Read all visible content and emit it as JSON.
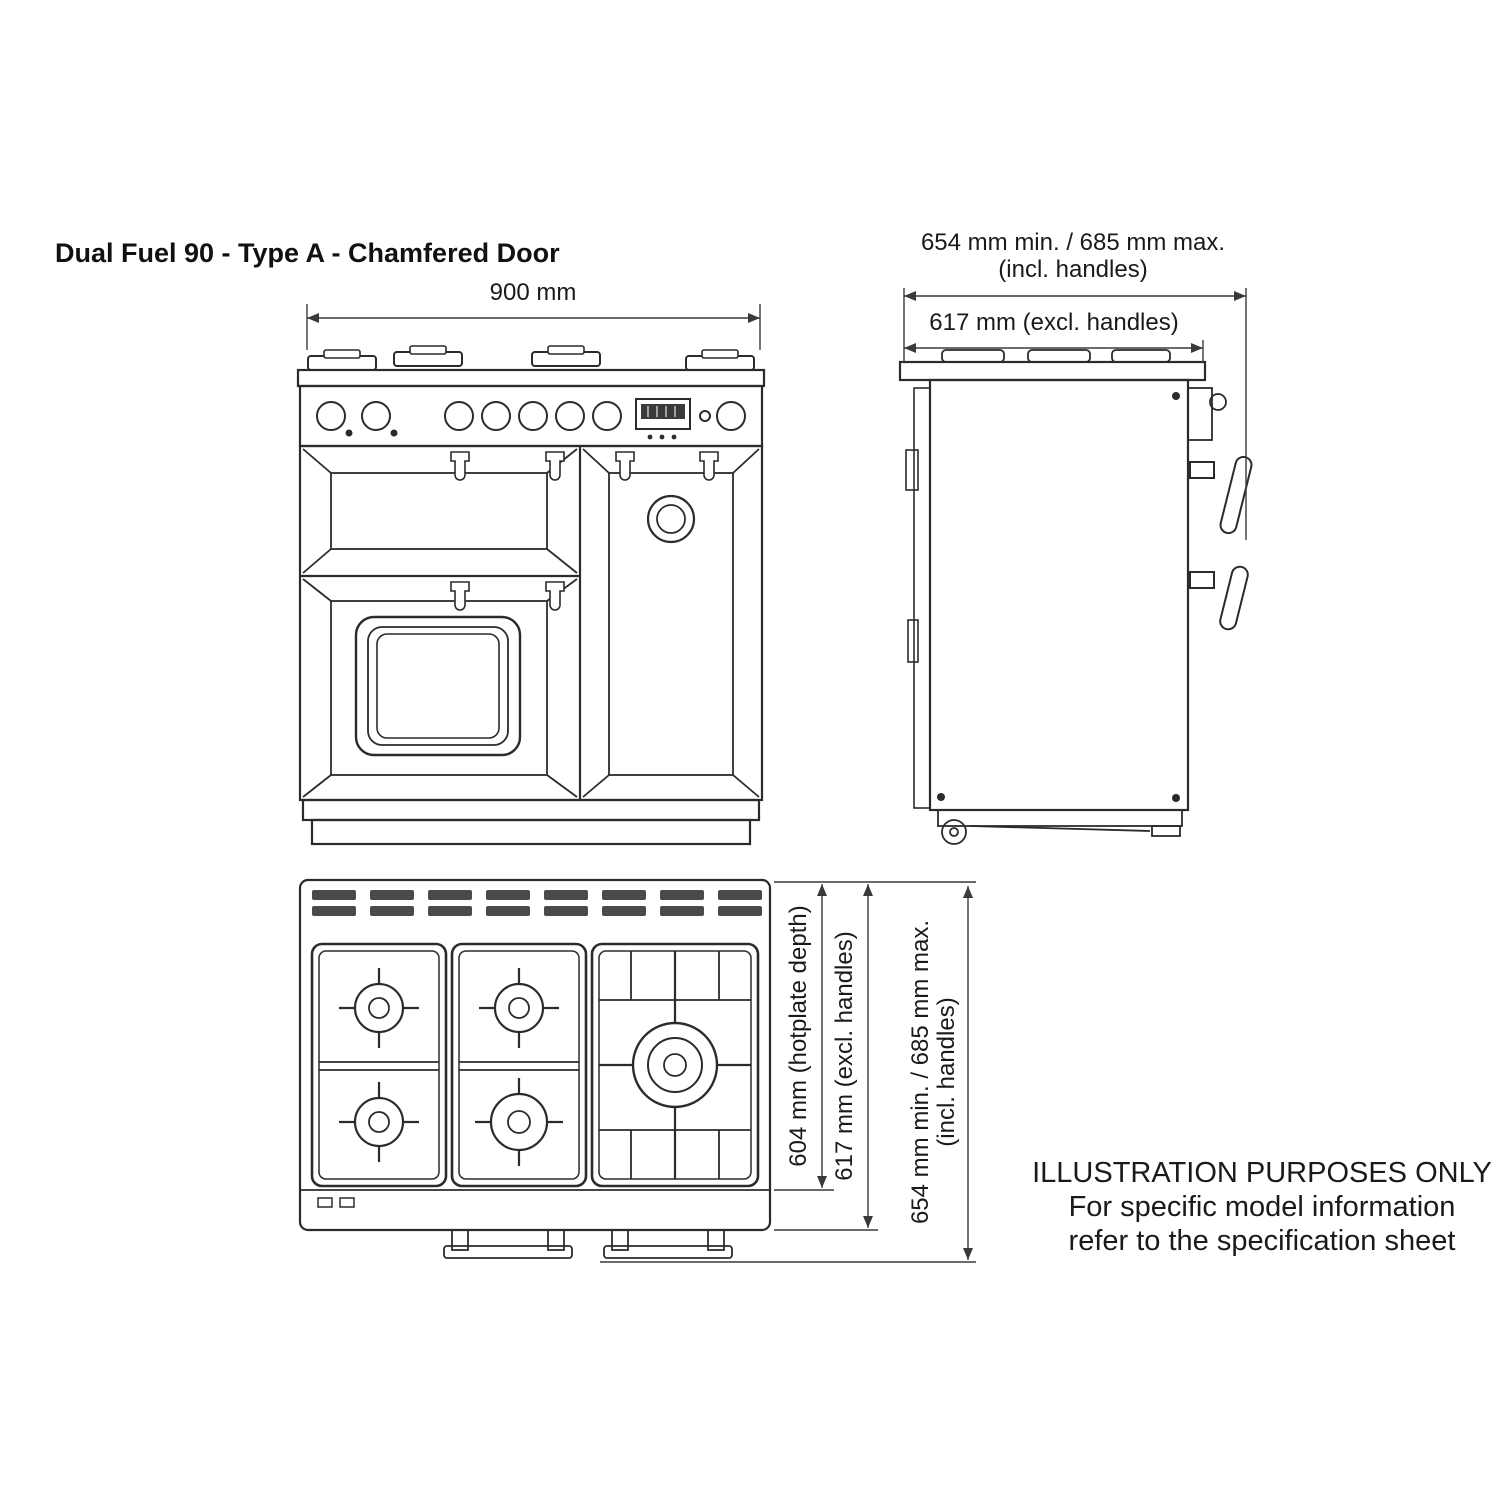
{
  "title": "Dual Fuel 90 - Type A - Chamfered Door",
  "dims": {
    "front_width": "900 mm",
    "side_incl_1": "654 mm min. / 685 mm max.",
    "side_incl_2": "(incl. handles)",
    "side_excl": "617 mm (excl. handles)",
    "top_hotplate": "604 mm (hotplate depth)",
    "top_excl": "617 mm (excl. handles)",
    "top_incl_1": "654 mm min. / 685 mm max.",
    "top_incl_2": "(incl. handles)"
  },
  "note": {
    "l1": "ILLUSTRATION PURPOSES ONLY",
    "l2": "For specific model information",
    "l3": "refer to the specification sheet"
  }
}
